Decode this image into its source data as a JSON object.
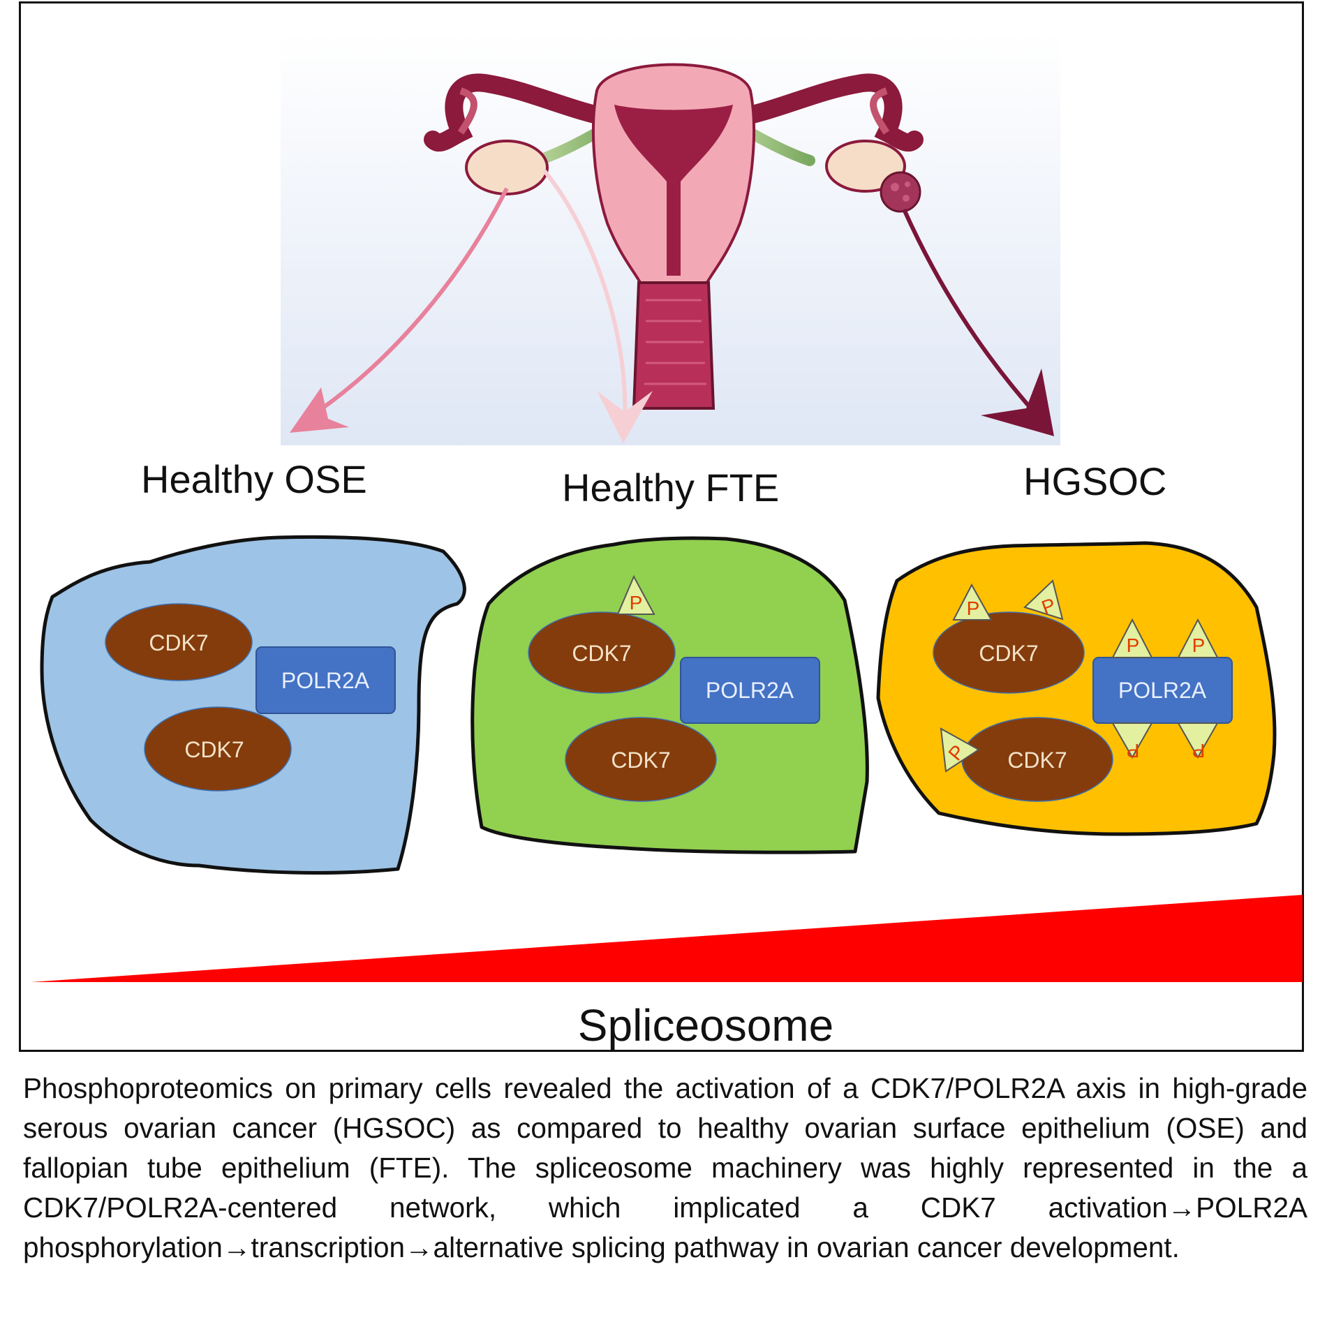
{
  "labels": {
    "ose": "Healthy OSE",
    "fte": "Healthy FTE",
    "hgsoc": "HGSOC",
    "gradient": "Spliceosome"
  },
  "cells": {
    "ose": {
      "cdk7_top": "CDK7",
      "cdk7_bottom": "CDK7",
      "polr2a": "POLR2A",
      "color": "#9dc3e6"
    },
    "fte": {
      "cdk7_top": "CDK7",
      "cdk7_bottom": "CDK7",
      "polr2a": "POLR2A",
      "color": "#92d050"
    },
    "hgsoc": {
      "cdk7_top": "CDK7",
      "cdk7_bottom": "CDK7",
      "polr2a": "POLR2A",
      "color": "#ffc000"
    }
  },
  "phospho_label": "P",
  "caption": "Phosphoproteomics on primary cells revealed the activation of a CDK7/POLR2A axis in high-grade serous ovarian cancer (HGSOC) as compared to healthy ovarian surface epithelium (OSE) and fallopian tube epithelium (FTE). The spliceosome machinery was highly represented in the a CDK7/POLR2A-centered network, which implicated a CDK7 activation→POLR2A phosphorylation→transcription→alternative splicing pathway in ovarian cancer development.",
  "colors": {
    "cdk7": "#843c0c",
    "polr2a": "#4472c4",
    "phospho_fill": "#e2f0a0",
    "phospho_text": "#e03c00",
    "gradient": "#ff0000"
  }
}
